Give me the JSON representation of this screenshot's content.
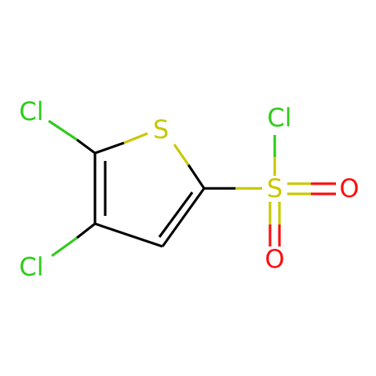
{
  "molecule": {
    "atoms": [
      {
        "id": "cl5",
        "label": "Cl",
        "element": "Cl",
        "color": "#2ecc1a"
      },
      {
        "id": "cl4",
        "label": "Cl",
        "element": "Cl",
        "color": "#2ecc1a"
      },
      {
        "id": "s1",
        "label": "S",
        "element": "S",
        "color": "#c8c800"
      },
      {
        "id": "s_sulfonyl",
        "label": "S",
        "element": "S",
        "color": "#c8c800"
      },
      {
        "id": "cl_sulfonyl",
        "label": "Cl",
        "element": "Cl",
        "color": "#2ecc1a"
      },
      {
        "id": "o_right",
        "label": "O",
        "element": "O",
        "color": "#ff0d0d"
      },
      {
        "id": "o_down",
        "label": "O",
        "element": "O",
        "color": "#ff0d0d"
      }
    ],
    "bond_color": "#000000"
  }
}
